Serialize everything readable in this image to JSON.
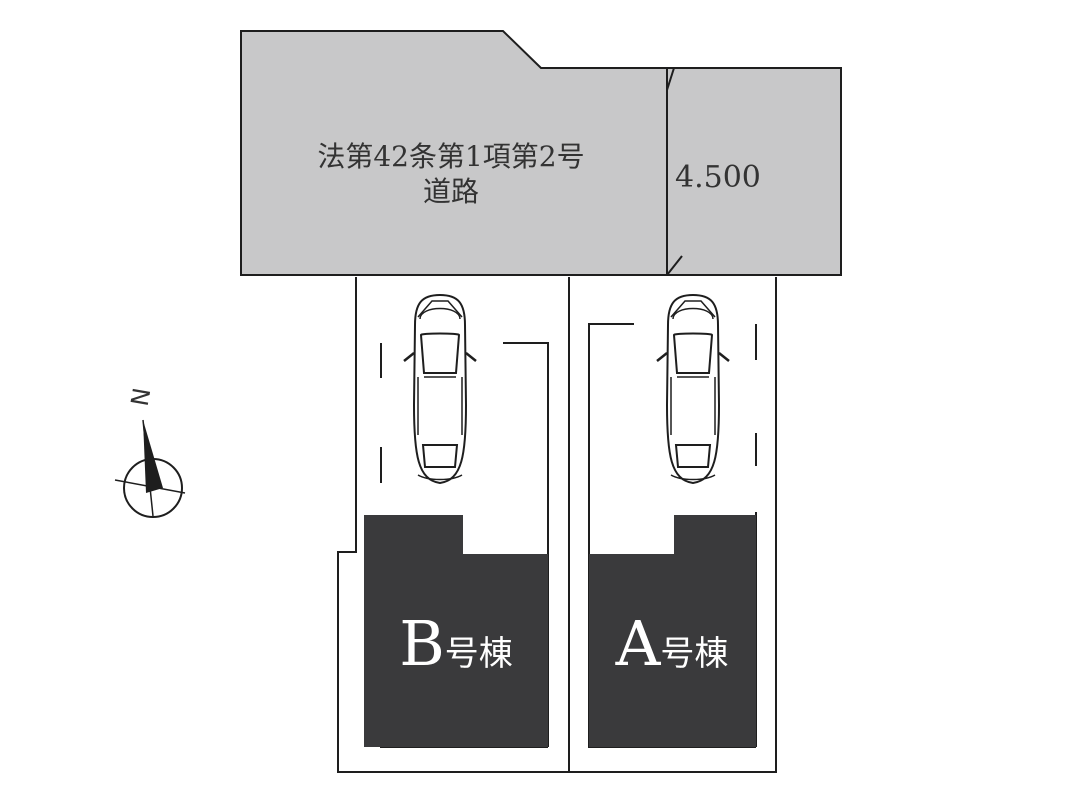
{
  "road": {
    "label_line1": "法第42条第1項第2号",
    "label_line2": "道路",
    "width_label": "4.500"
  },
  "buildings": [
    {
      "letter": "B",
      "suffix": "号棟"
    },
    {
      "letter": "A",
      "suffix": "号棟"
    }
  ],
  "compass": {
    "label": "N"
  },
  "colors": {
    "road_fill": "#c8c8c9",
    "building_fill": "#3a3a3c",
    "line": "#1e1e1e"
  }
}
